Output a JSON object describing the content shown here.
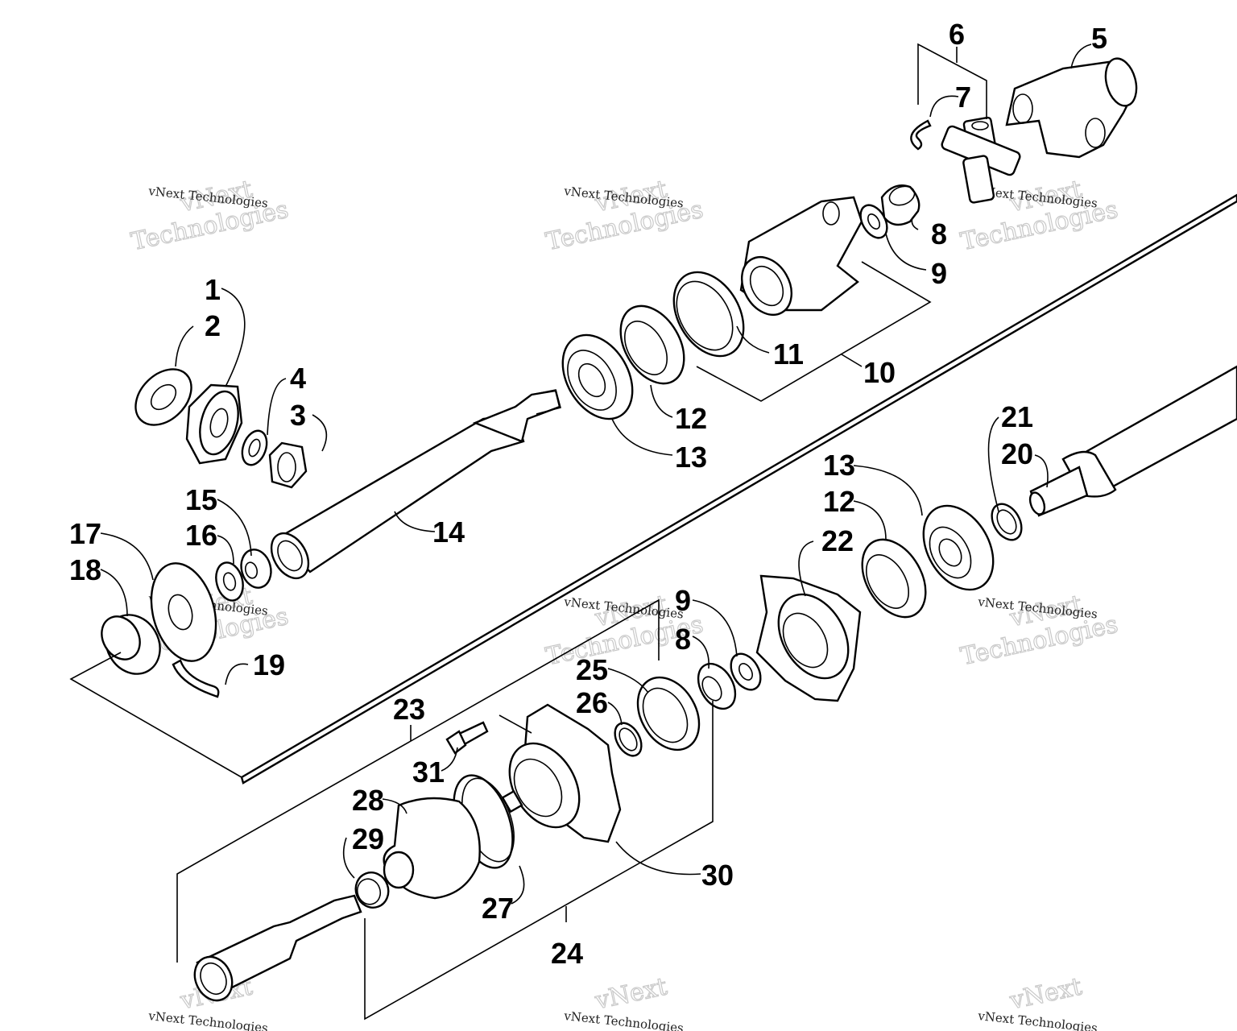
{
  "watermark": {
    "line1": "vNext",
    "line2": "Technologies",
    "small": "vNext Technologies"
  },
  "callouts": {
    "c1": "1",
    "c2": "2",
    "c3": "3",
    "c4": "4",
    "c5": "5",
    "c6": "6",
    "c7": "7",
    "c8a": "8",
    "c9a": "9",
    "c10": "10",
    "c11": "11",
    "c12a": "12",
    "c13a": "13",
    "c14": "14",
    "c15": "15",
    "c16": "16",
    "c17": "17",
    "c18": "18",
    "c19": "19",
    "c20": "20",
    "c21": "21",
    "c13b": "13",
    "c12b": "12",
    "c22": "22",
    "c9b": "9",
    "c8b": "8",
    "c23": "23",
    "c25": "25",
    "c26": "26",
    "c31": "31",
    "c28": "28",
    "c29": "29",
    "c30": "30",
    "c27": "27",
    "c24": "24"
  }
}
